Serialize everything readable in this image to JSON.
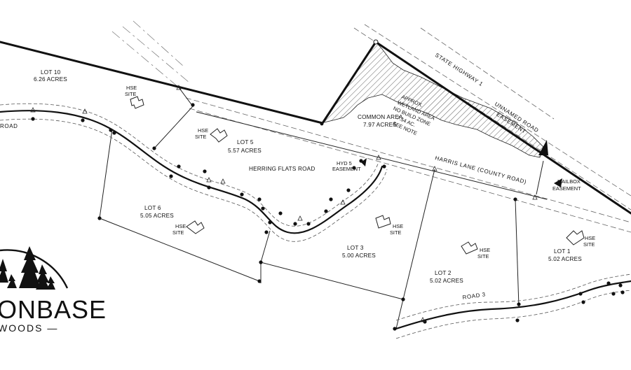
{
  "lots": [
    {
      "name": "LOT 10",
      "area": "6.26 ACRES"
    },
    {
      "name": "LOT 5",
      "area": "5.57 ACRES"
    },
    {
      "name": "LOT 6",
      "area": "5.05 ACRES"
    },
    {
      "name": "LOT 3",
      "area": "5.00 ACRES"
    },
    {
      "name": "LOT 2",
      "area": "5.02 ACRES"
    },
    {
      "name": "LOT 1",
      "area": "5.02 ACRES"
    }
  ],
  "common_area": {
    "name": "COMMON AREA",
    "area": "7.97 ACRES"
  },
  "wetland": {
    "line1": "APPROX.",
    "line2": "WETLAND AREA",
    "line3": "NO BUILD ZONE",
    "line4": "7.54 AC.",
    "line5": "SEE NOTE"
  },
  "hse_site": {
    "line1": "HSE",
    "line2": "SITE"
  },
  "roads": {
    "state_highway": "STATE HIGHWAY 1",
    "unnamed_road_line1": "UNNAMED ROAD",
    "unnamed_road_line2": "EASEMENT",
    "harris_lane": "HARRIS LANE (COUNTY ROAD)",
    "herring_flats": "HERRING FLATS ROAD",
    "road3": "ROAD 3",
    "left_road": "ROAD"
  },
  "easements": {
    "hyd_line1": "HYD 5",
    "hyd_line2": "EASEMENT",
    "mailbox_line1": "MAILBOX",
    "mailbox_line2": "EASEMENT"
  },
  "logo": {
    "name_fragment": "ONBASE",
    "sub_fragment": "WOODS —"
  }
}
